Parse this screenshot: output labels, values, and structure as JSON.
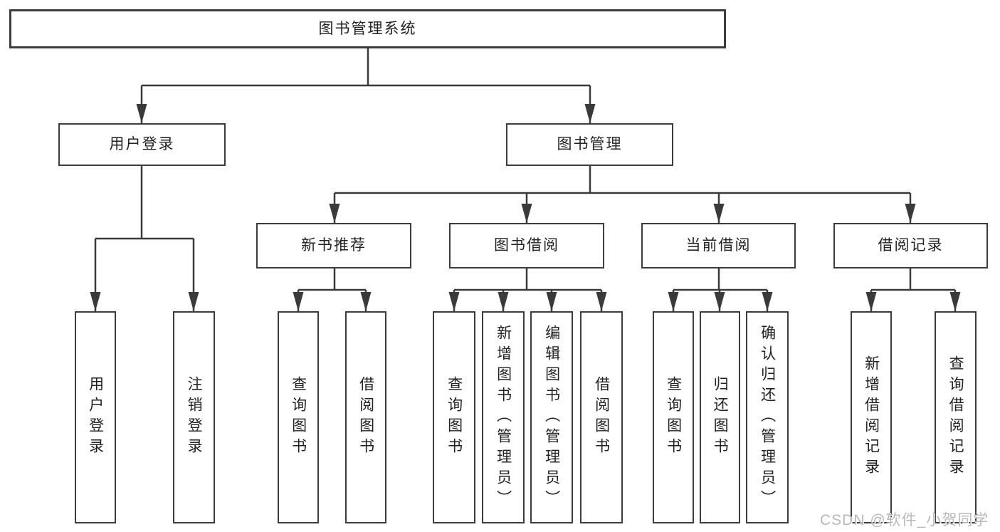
{
  "diagram": {
    "root": "图书管理系统",
    "level2": {
      "user_login": "用户登录",
      "book_management": "图书管理"
    },
    "level3": {
      "new_book_recommend": "新书推荐",
      "book_borrowing": "图书借阅",
      "current_borrowing": "当前借阅",
      "borrow_records": "借阅记录"
    },
    "leaves": {
      "user_login_leaf": "用户登录",
      "logout": "注销登录",
      "rec_query_books": "查询图书",
      "rec_borrow_books": "借阅图书",
      "bor_query_books": "查询图书",
      "bor_add_books": "新增图书（管理员）",
      "bor_edit_books": "编辑图书（管理员）",
      "bor_borrow_books": "借阅图书",
      "cur_query_books": "查询图书",
      "cur_return_books": "归还图书",
      "cur_confirm_return": "确认归还（管理员）",
      "rec_add_record": "新增借阅记录",
      "rec_query_record": "查询借阅记录"
    },
    "line_color": "#3a3a3a"
  },
  "watermark": "CSDN @软件_小贺同学"
}
